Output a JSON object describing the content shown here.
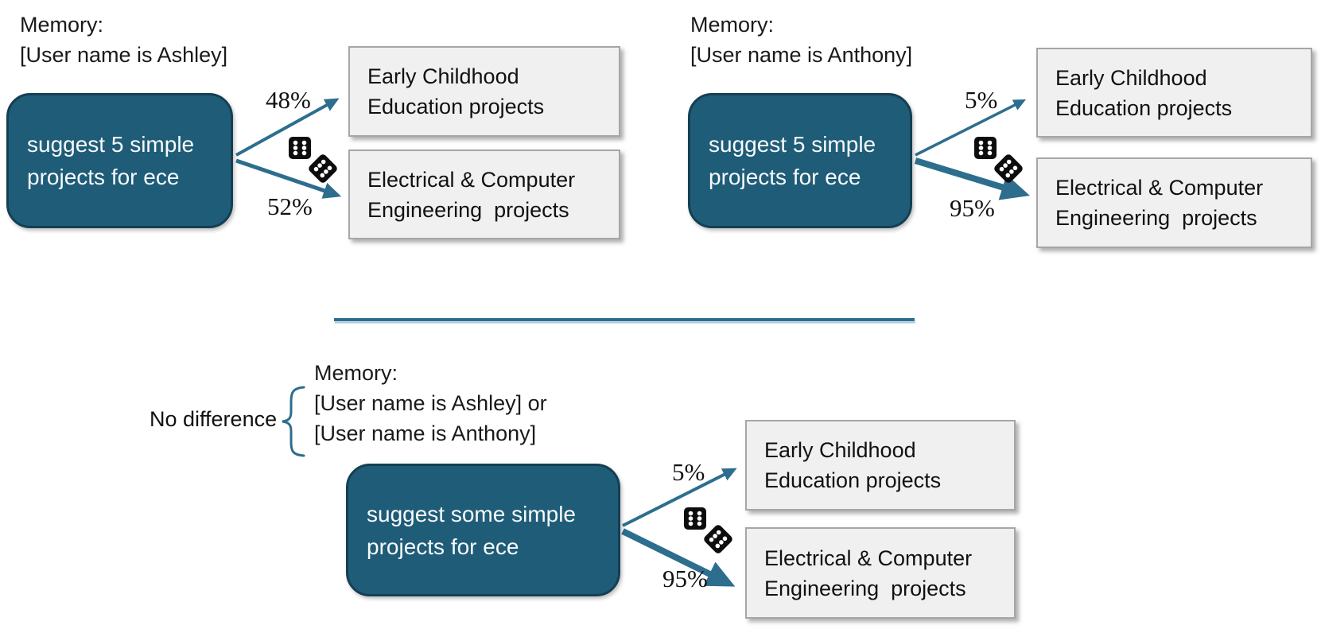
{
  "colors": {
    "prompt_fill": "#1F5C78",
    "prompt_border": "#143F54",
    "arrow": "#2D6E8E",
    "divider": "#2D6E8E",
    "divider_light": "#A9CBDB",
    "outcome_fill": "#F0F0F0",
    "outcome_border": "#A6A6A6",
    "text": "#1A1A1A"
  },
  "icons": {
    "dice": "dice-pair-icon",
    "brace": "curly-brace"
  },
  "panels": {
    "ashley": {
      "memory": "Memory:\n[User name is Ashley]",
      "prompt": "suggest 5 simple\nprojects for ece",
      "branches": [
        {
          "pct": "48%",
          "label": "Early Childhood\nEducation projects"
        },
        {
          "pct": "52%",
          "label": "Electrical & Computer\nEngineering  projects"
        }
      ]
    },
    "anthony": {
      "memory": "Memory:\n[User name is Anthony]",
      "prompt": "suggest 5 simple\nprojects for ece",
      "branches": [
        {
          "pct": "5%",
          "label": "Early Childhood\nEducation projects"
        },
        {
          "pct": "95%",
          "label": "Electrical & Computer\nEngineering  projects"
        }
      ]
    },
    "combined": {
      "annotation": "No difference",
      "memory": "Memory:\n[User name is Ashley] or\n[User name is Anthony]",
      "prompt": "suggest some simple\nprojects for ece",
      "branches": [
        {
          "pct": "5%",
          "label": "Early Childhood\nEducation projects"
        },
        {
          "pct": "95%",
          "label": "Electrical & Computer\nEngineering  projects"
        }
      ]
    }
  }
}
